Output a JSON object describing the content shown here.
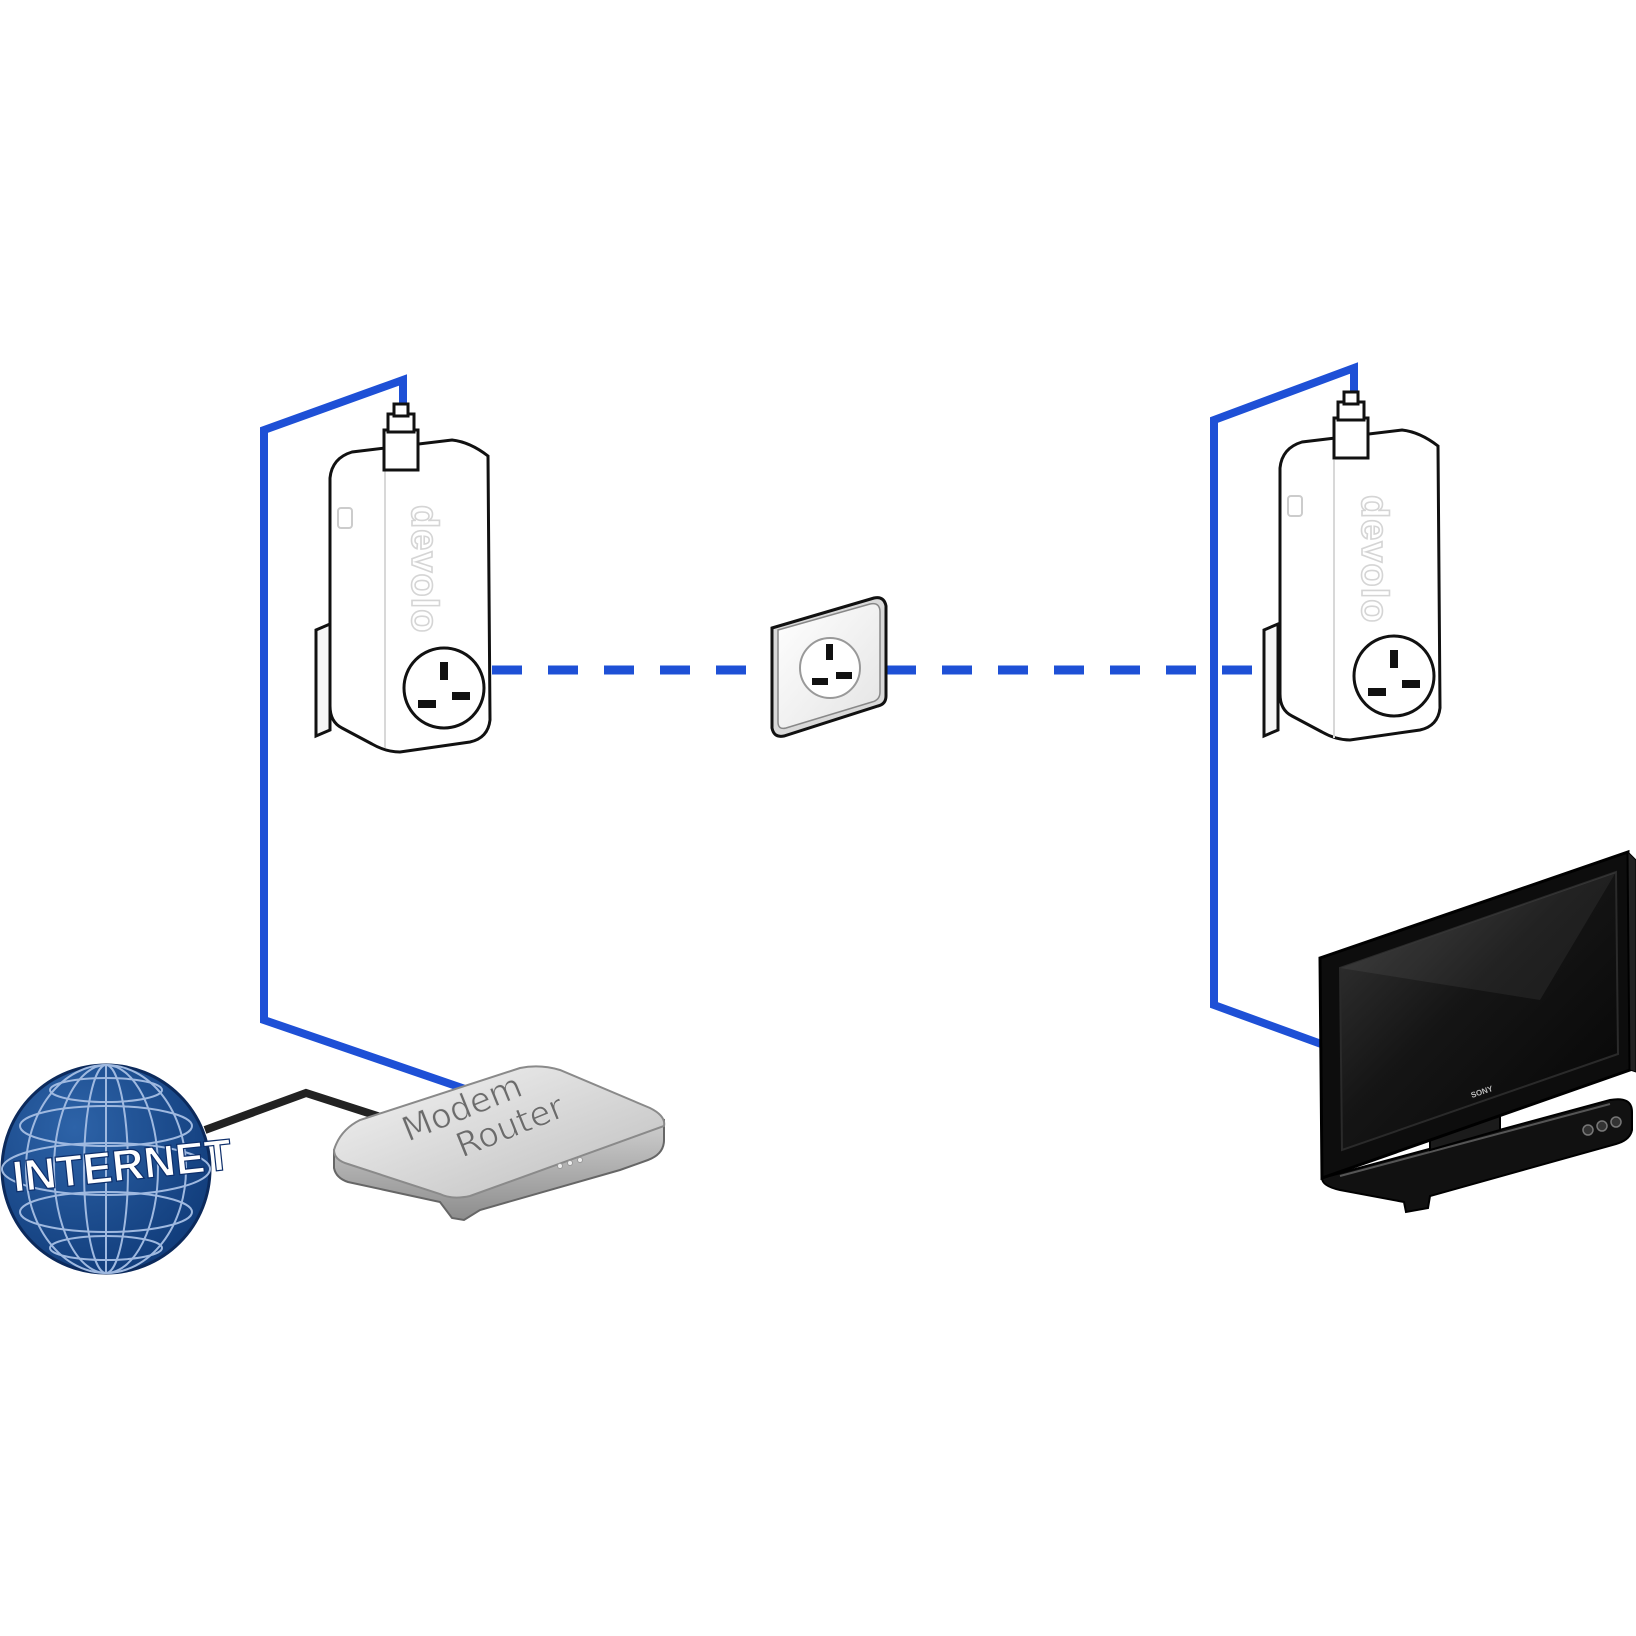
{
  "diagram": {
    "adapter_brand": "devolo",
    "router_label_line1": "Modem",
    "router_label_line2": "Router",
    "globe_label": "INTERNET",
    "tv_brand": "SONY"
  },
  "colors": {
    "cable_blue": "#1e50d6",
    "cable_black": "#222222",
    "globe_blue": "#174a8c",
    "tv_black": "#0d0d0d"
  },
  "icons": {
    "globe": "globe-icon",
    "router": "router-icon",
    "adapter": "powerline-adapter-icon",
    "socket": "wall-socket-icon",
    "tv": "television-icon"
  }
}
